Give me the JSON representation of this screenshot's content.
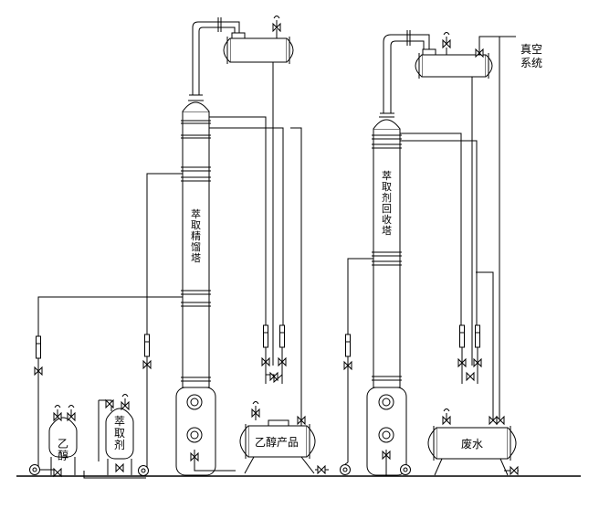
{
  "labels": {
    "column1": "萃取精馏塔",
    "column2": "萃取剂回收塔",
    "tank_ethanol": "乙醇",
    "tank_extractant": "萃取剂",
    "receiver_product": "乙醇产品",
    "receiver_waste": "废水",
    "vacuum_line1": "真空",
    "vacuum_line2": "系统"
  }
}
